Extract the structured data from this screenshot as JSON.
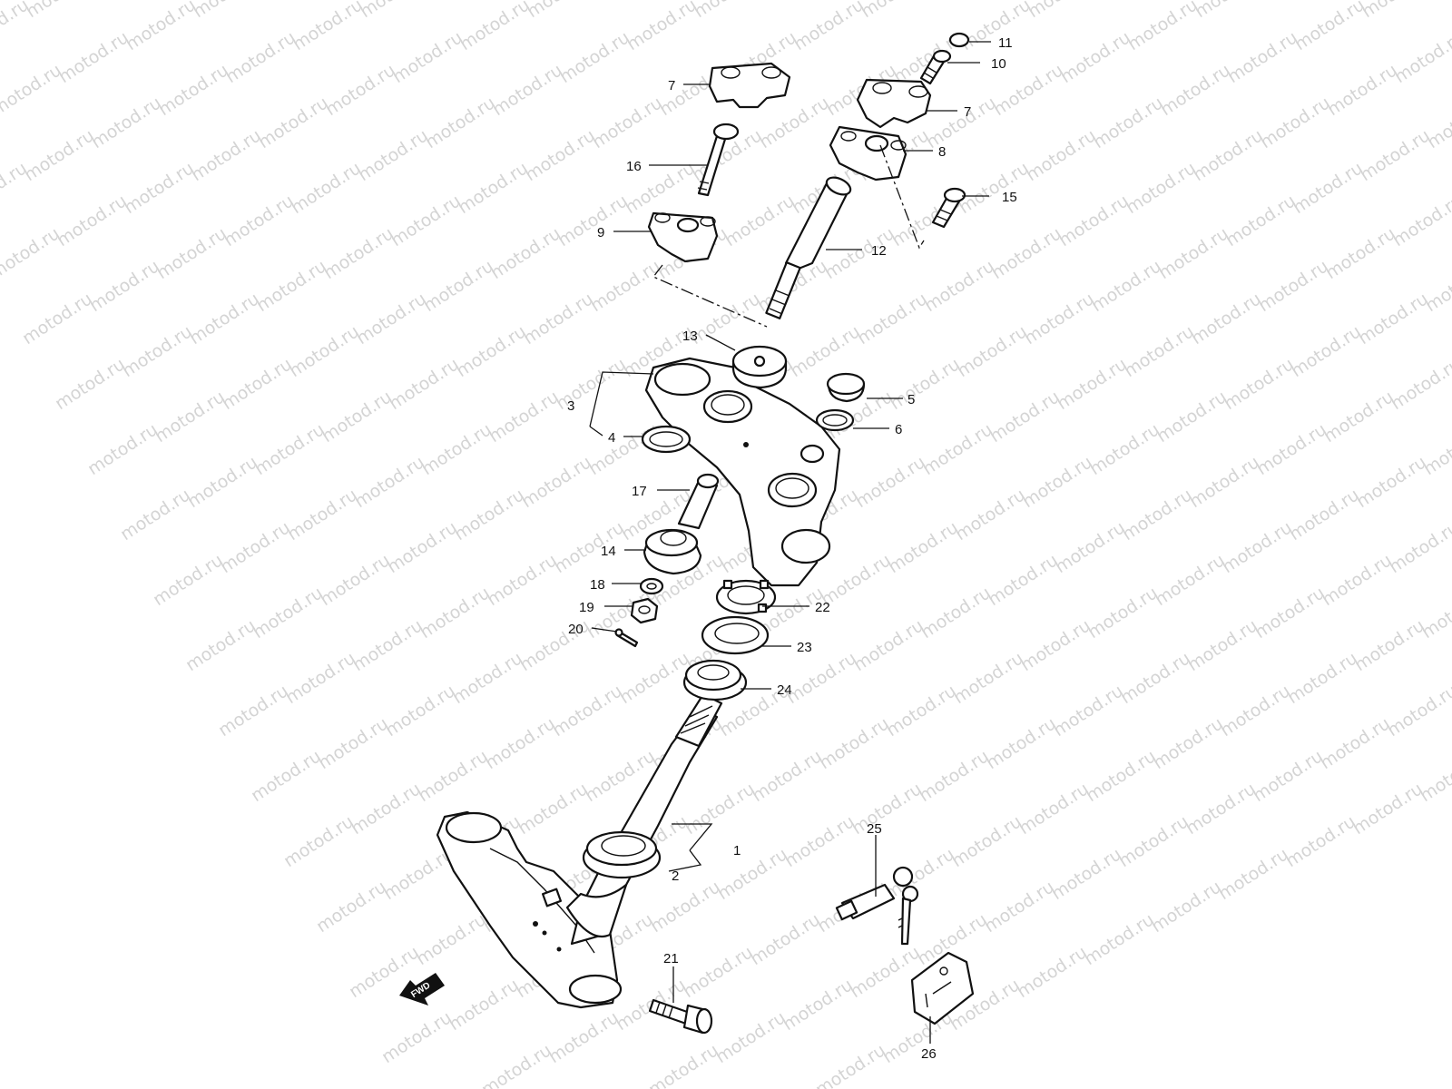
{
  "watermark": {
    "text": "motod.ru"
  },
  "callouts": [
    {
      "id": "c11",
      "label": "11"
    },
    {
      "id": "c10",
      "label": "10"
    },
    {
      "id": "c7a",
      "label": "7"
    },
    {
      "id": "c7b",
      "label": "7"
    },
    {
      "id": "c8",
      "label": "8"
    },
    {
      "id": "c16",
      "label": "16"
    },
    {
      "id": "c15",
      "label": "15"
    },
    {
      "id": "c9",
      "label": "9"
    },
    {
      "id": "c12",
      "label": "12"
    },
    {
      "id": "c13",
      "label": "13"
    },
    {
      "id": "c5",
      "label": "5"
    },
    {
      "id": "c3",
      "label": "3"
    },
    {
      "id": "c6",
      "label": "6"
    },
    {
      "id": "c4",
      "label": "4"
    },
    {
      "id": "c17",
      "label": "17"
    },
    {
      "id": "c14",
      "label": "14"
    },
    {
      "id": "c18",
      "label": "18"
    },
    {
      "id": "c22",
      "label": "22"
    },
    {
      "id": "c19",
      "label": "19"
    },
    {
      "id": "c20",
      "label": "20"
    },
    {
      "id": "c23",
      "label": "23"
    },
    {
      "id": "c24",
      "label": "24"
    },
    {
      "id": "c25",
      "label": "25"
    },
    {
      "id": "c1",
      "label": "1"
    },
    {
      "id": "c2",
      "label": "2"
    },
    {
      "id": "c21",
      "label": "21"
    },
    {
      "id": "c26",
      "label": "26"
    }
  ],
  "fwd_arrow": {
    "label": "FWD"
  }
}
